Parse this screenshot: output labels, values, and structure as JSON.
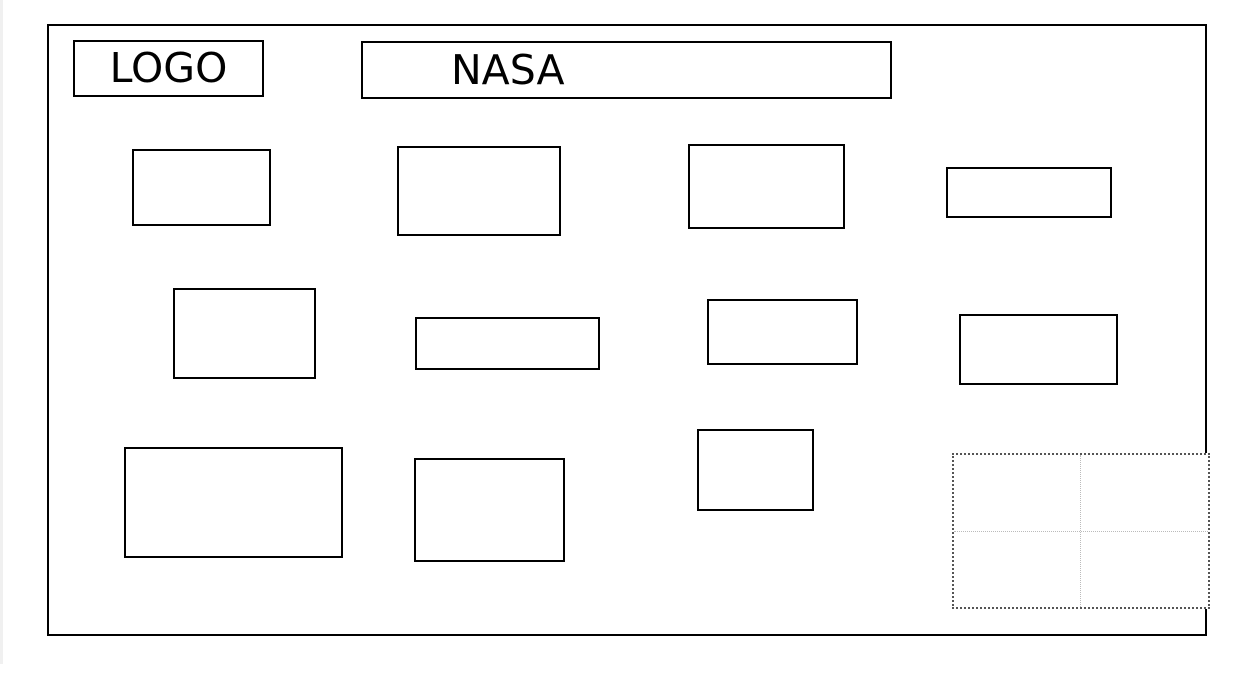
{
  "header": {
    "logo_label": "LOGO",
    "title_label": "NASA"
  },
  "rows": [
    {
      "name": "row-1",
      "boxes": 4
    },
    {
      "name": "row-2",
      "boxes": 4
    },
    {
      "name": "row-3",
      "boxes": 4
    }
  ]
}
